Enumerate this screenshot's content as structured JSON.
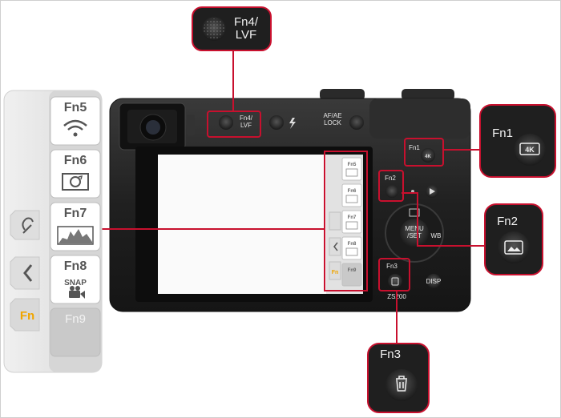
{
  "labels": {
    "fn4_lvf": "Fn4/\nLVF",
    "fn1": "Fn1",
    "fn2": "Fn2",
    "fn3": "Fn3",
    "body_fn4_lvf": "Fn4/\nLVF",
    "body_fn1": "Fn1",
    "body_fn2": "Fn2",
    "body_fn3": "Fn3",
    "af_ae_lock": "AF/AE\nLOCK",
    "menu_set": "MENU\n/SET",
    "wb": "WB",
    "disp": "DISP",
    "four_k": "4K",
    "model_mark": "ZS200"
  },
  "touch_tabs": [
    {
      "label": "Fn5",
      "icon": "wifi-icon"
    },
    {
      "label": "Fn6",
      "icon": "rotate-screen-icon"
    },
    {
      "label": "Fn7",
      "icon": "histogram-icon"
    },
    {
      "label": "Fn8",
      "sub": "SNAP",
      "icon": "movie-camera-icon"
    },
    {
      "label": "Fn9"
    }
  ],
  "side_buttons": {
    "top": "touch-af-icon",
    "middle": "chevron-left-icon",
    "bottom": "Fn"
  },
  "colors": {
    "callout_red": "#c8102e",
    "camera_body": "#222222",
    "panel_gray": "#e8e8e8"
  }
}
